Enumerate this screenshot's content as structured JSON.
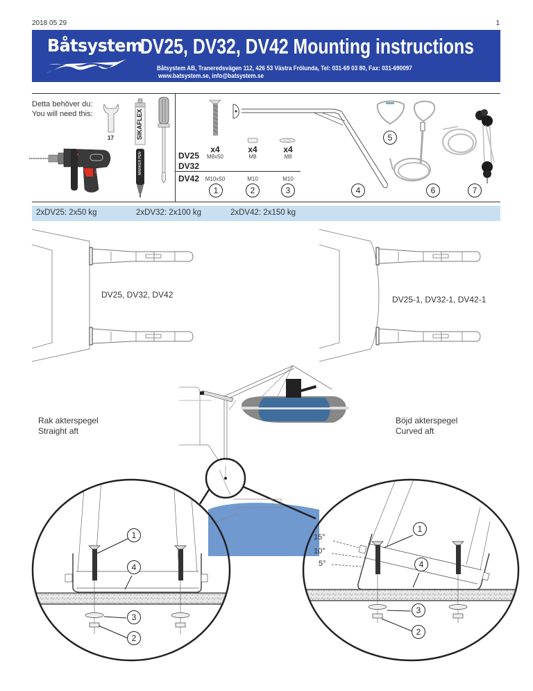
{
  "header": {
    "date": "2018 05 29",
    "page_number": "1",
    "logo_text": "Båtsystem",
    "title": "DV25, DV32, DV42  Mounting instructions",
    "contact_line1": "Båtsystem AB, Traneredsvägen 112, 426 53 Västra Frölunda, Tel: 031-69 03 80, Fax: 031-690097",
    "contact_line2": "www.batsystem.se, info@batsystem.se",
    "banner_color": "#2946a6"
  },
  "tools": {
    "heading_sv": "Detta behöver du:",
    "heading_en": "You will need this:",
    "wrench_size": "17",
    "sealant_label": "SIKAFLEX",
    "marker_label": "MARKER PEN",
    "items": [
      "wrench",
      "sealant-tube",
      "screwdriver",
      "drill",
      "marker-pen"
    ]
  },
  "parts": {
    "model_group_1": [
      "DV25",
      "DV32"
    ],
    "model_group_2": "DV42",
    "items": [
      {
        "number": "1",
        "qty": "x4",
        "size_small": "M8x50",
        "size_large": "M10x50",
        "name": "screw"
      },
      {
        "number": "2",
        "qty": "x4",
        "size_small": "M8",
        "size_large": "M10",
        "name": "nut"
      },
      {
        "number": "3",
        "qty": "x4",
        "size_small": "M8",
        "size_large": "M10",
        "name": "washer"
      },
      {
        "number": "4",
        "name": "davit-arm"
      },
      {
        "number": "5",
        "name": "lifting-strap"
      },
      {
        "number": "6",
        "name": "strap-with-rope"
      },
      {
        "number": "7",
        "name": "block-and-tackle"
      }
    ]
  },
  "load": {
    "items": [
      "2xDV25: 2x50 kg",
      "2xDV32: 2x100 kg",
      "2xDV42: 2x150 kg"
    ],
    "bar_color": "#c9dff2"
  },
  "top_views": {
    "left_label": "DV25, DV32, DV42",
    "right_label": "DV25-1, DV32-1, DV42-1"
  },
  "side_view": {
    "left_label_sv": "Rak akterspegel",
    "left_label_en": "Straight aft",
    "right_label_sv": "Böjd akterspegel",
    "right_label_en": "Curved aft",
    "water_color": "#7099d0",
    "dinghy_color": "#3f6e9c"
  },
  "details": {
    "left_callouts": [
      "1",
      "4",
      "3",
      "2"
    ],
    "right_callouts": [
      "1",
      "4",
      "3",
      "2"
    ],
    "angles": [
      "15°",
      "10°",
      "5°"
    ]
  }
}
